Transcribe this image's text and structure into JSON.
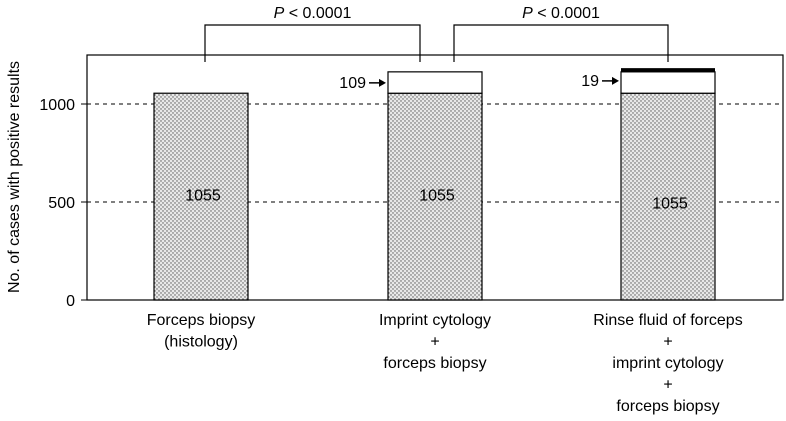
{
  "chart_data": {
    "type": "bar",
    "stacked": true,
    "ylabel": "No. of cases with positive results",
    "xlabel": "",
    "ylim": [
      0,
      1250
    ],
    "yticks": [
      0,
      500,
      1000
    ],
    "grid": {
      "y_dashed_at": [
        500,
        1000
      ]
    },
    "categories": [
      {
        "lines": [
          "Forceps biopsy",
          "(histology)"
        ]
      },
      {
        "lines": [
          "Imprint cytology",
          "+",
          "forceps biopsy"
        ]
      },
      {
        "lines": [
          "Rinse fluid of forceps",
          "+",
          "imprint cytology",
          "+",
          "forceps biopsy"
        ]
      }
    ],
    "series": [
      {
        "values": [
          1055,
          1055,
          1055
        ],
        "fill": "dotted"
      },
      {
        "values": [
          0,
          109,
          109
        ],
        "fill": "white"
      },
      {
        "values": [
          0,
          0,
          19
        ],
        "fill": "black"
      }
    ],
    "segment_labels": [
      "1055",
      "1055",
      "1055"
    ],
    "arrow_annotations": [
      {
        "bar": 1,
        "value": 1164,
        "label": "109"
      },
      {
        "bar": 2,
        "value": 1174,
        "label": "19"
      }
    ],
    "comparisons": [
      {
        "from": 0,
        "to": 1,
        "label_italic": "P",
        "label_rest": " < 0.0001"
      },
      {
        "from": 1,
        "to": 2,
        "label_italic": "P",
        "label_rest": " < 0.0001"
      }
    ],
    "colors": {
      "dotted_fill": "#e8e8e8",
      "dot": "#555555",
      "stroke": "#000000",
      "cap": "#000000"
    }
  }
}
